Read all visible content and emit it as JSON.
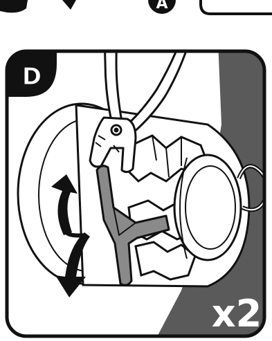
{
  "panel": {
    "step_letter": "D",
    "multiplier": "x2",
    "next_panel_letter": "A"
  },
  "colors": {
    "ink": "#111111",
    "dark_band": "#5a5a5a",
    "part_gray": "#8a8a8a",
    "paper": "#ffffff"
  },
  "icons": {
    "pliers": "pliers-icon",
    "rotate_arrows": "rotate-arrows-icon"
  }
}
